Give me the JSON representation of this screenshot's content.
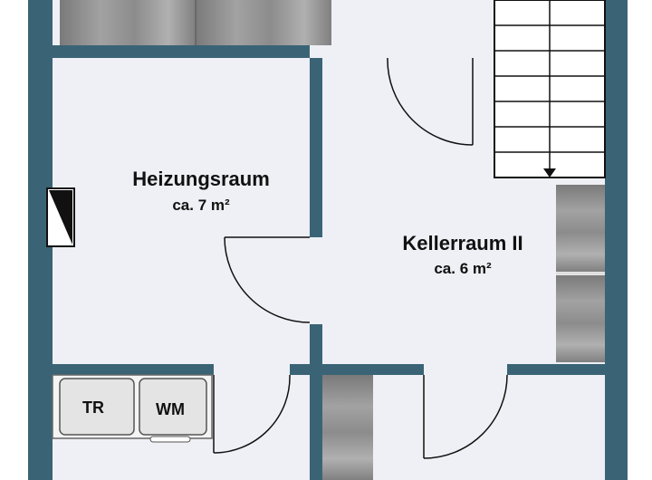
{
  "colors": {
    "wall": "#3a6476",
    "floor": "#eef0f5",
    "door_line": "#111111",
    "cabinet": "#8a8a8a",
    "appliance": "#e4e4e4",
    "stair_line": "#111111"
  },
  "rooms": [
    {
      "name": "Heizungsraum",
      "area": "ca. 7 m²"
    },
    {
      "name": "Kellerraum II",
      "area": "ca. 6 m²"
    }
  ],
  "appliances": [
    {
      "label": "TR"
    },
    {
      "label": "WM"
    }
  ],
  "icons": {
    "stairs_arrow": "arrow-down-icon",
    "chimney": "chimney-icon"
  }
}
